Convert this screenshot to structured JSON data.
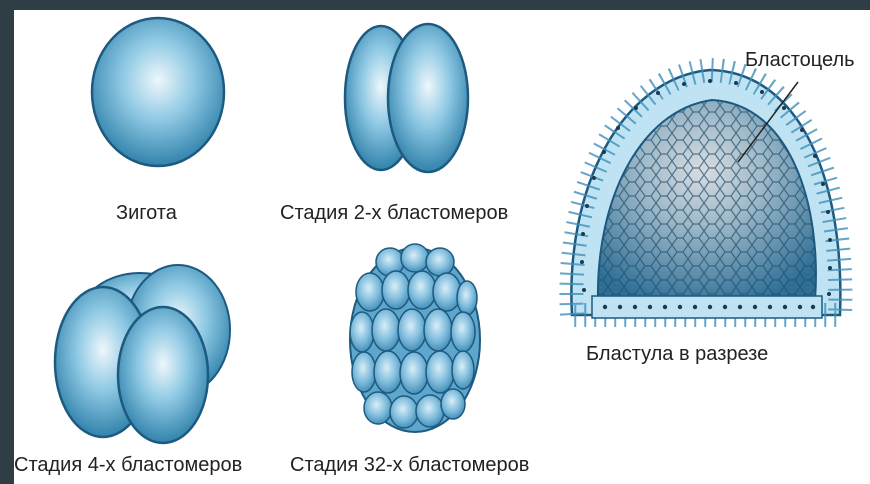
{
  "stages": {
    "zygote": "Зигота",
    "two_cell": "Стадия 2-х бластомеров",
    "four_cell": "Стадия 4-х бластомеров",
    "thirtytwo_cell": "Стадия 32-х бластомеров"
  },
  "blastula": {
    "caption": "Бластула в разрезе",
    "pointer_label": "Бластоцель"
  },
  "colors": {
    "cell_light": "#eef7fb",
    "cell_mid": "#7fc0de",
    "cell_dark": "#2c7ea8",
    "outline": "#1d5a80",
    "frame": "#2f3d45"
  }
}
